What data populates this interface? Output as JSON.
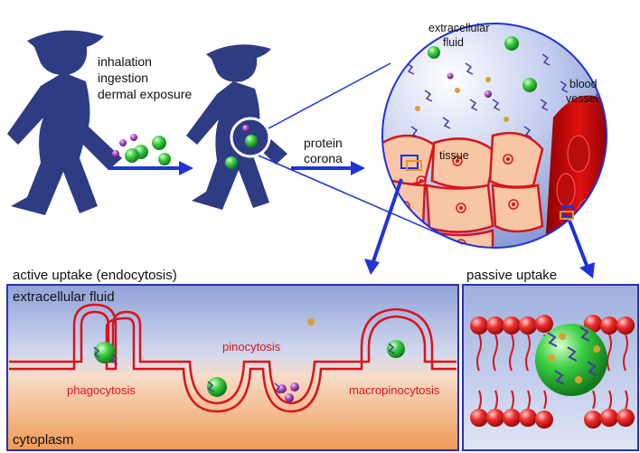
{
  "exposure_routes": [
    "inhalation",
    "ingestion",
    "dermal exposure"
  ],
  "protein_corona": [
    "protein",
    "corona"
  ],
  "zoom_labels": {
    "extracellular_fluid": [
      "extracellular",
      "fluid"
    ],
    "blood_vessel": [
      "blood",
      "vessel"
    ],
    "tissue": "tissue"
  },
  "active_panel": {
    "title": "active uptake (endocytosis)",
    "top_label": "extracellular fluid",
    "bottom_label": "cytoplasm",
    "mechanisms": {
      "phagocytosis": "phagocytosis",
      "pinocytosis": "pinocytosis",
      "macropinocytosis": "macropinocytosis"
    }
  },
  "passive_panel": {
    "title": "passive uptake"
  },
  "colors": {
    "figure": "#2e3c84",
    "membrane": "#d8141a",
    "fluid_top": "#95a6d8",
    "cytoplasm_bottom": "#f2a35c",
    "arrow": "#1f33d6",
    "nanoparticle": "#36c83a"
  }
}
